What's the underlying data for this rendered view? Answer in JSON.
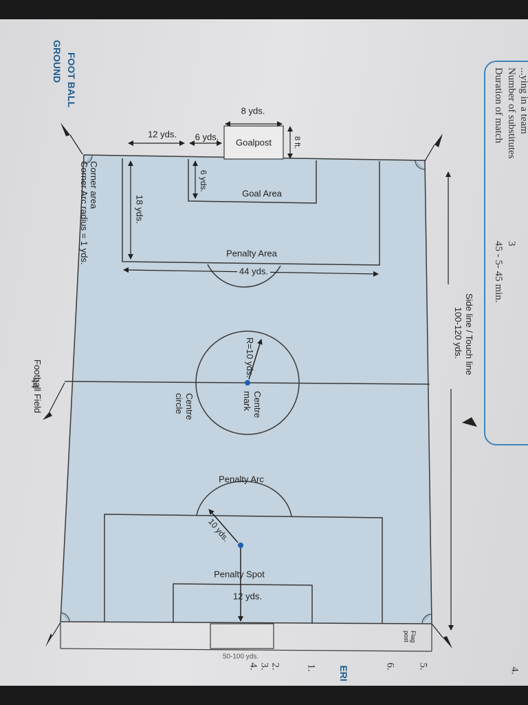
{
  "top_info": {
    "partial_line": "...ying in a team",
    "substitutes_label": "Number of substitutes",
    "substitutes_value": "3",
    "duration_label": "Duration of match",
    "duration_value": "45 - 5- 45 min."
  },
  "section_title": [
    "FOOT BALL",
    "GROUND"
  ],
  "labels": {
    "goal_width": "8 yds.",
    "goalpost": "Goalpost",
    "goal_height": "8 ft.",
    "gap_12": "12 yds.",
    "gap_6": "6 yds.",
    "goal_area_depth": "6 yds.",
    "goal_area": "Goal Area",
    "penalty_depth": "18 yds.",
    "penalty_area": "Penalty Area",
    "penalty_width": "44 yds.",
    "corner_area": "Corner area",
    "corner_arc": "Corner Arc radius = 1 yds.",
    "side_line": "Side line / Touch line",
    "side_line_len": "100-120 yds.",
    "radius": "R=10 yds.",
    "centre_mark_1": "Centre",
    "centre_mark_2": "mark",
    "centre_circle_1": "Centre",
    "centre_circle_2": "circle",
    "football_field": "Football Field",
    "penalty_arc": "Penalty Arc",
    "arc_10": "10 yds.",
    "penalty_spot": "Penalty Spot",
    "spot_12": "12 yds.",
    "flag_post": "Flag post",
    "goal_line_len": "50-100 yds."
  },
  "page_number": "44",
  "right_margin": [
    "4.",
    "5.",
    "6.",
    "ERI",
    "1.",
    "2.",
    "3.",
    "4."
  ],
  "colors": {
    "field": "#c3d3df",
    "line": "#3a3a3a",
    "accent": "#1f5c8c",
    "box": "#3d86b8",
    "spot": "#1f5fb0"
  }
}
